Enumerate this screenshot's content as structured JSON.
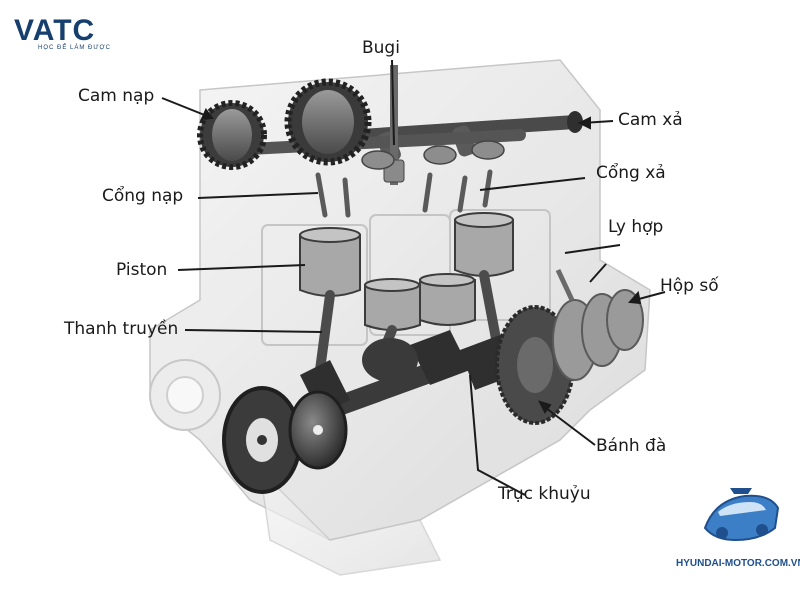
{
  "brand": {
    "name": "VATC",
    "tagline": "HỌC ĐỂ LÀM ĐƯỢC",
    "accent": "#163f6e"
  },
  "watermark": {
    "text": "HYUNDAI-MOTOR.COM.VN",
    "color": "#1f4f8c",
    "icon": "car-logo-icon"
  },
  "labels": {
    "bugi": "Bugi",
    "cam_nap": "Cam nạp",
    "cam_xa": "Cam xả",
    "cong_nap": "Cổng nạp",
    "cong_xa": "Cổng xả",
    "ly_hop": "Ly hợp",
    "piston": "Piston",
    "hop_so": "Hộp số",
    "thanh_truyen": "Thanh truyền",
    "banh_da": "Bánh đà",
    "truc_khuyu": "Trục khuỷu"
  },
  "colors": {
    "label": "#1a1a1a",
    "leader": "#1a1a1a",
    "part_dark": "#3a3a3a",
    "part_mid": "#6f6f6f",
    "shell": "#dcdcdc"
  }
}
